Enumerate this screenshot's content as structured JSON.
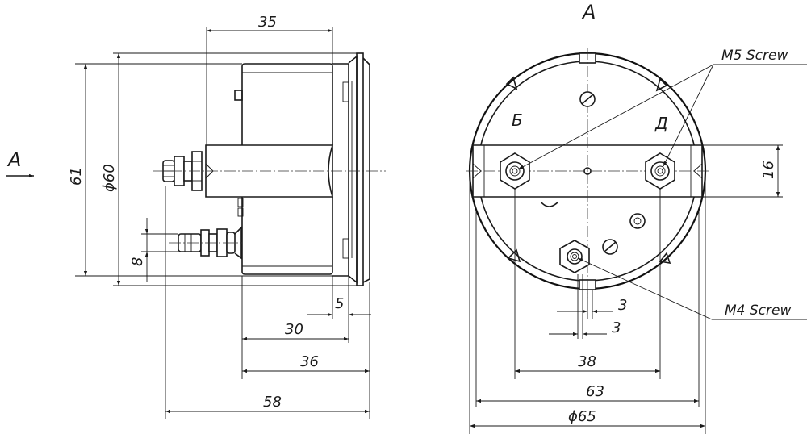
{
  "view_label": "A",
  "view_arrow_label": "A",
  "side_view": {
    "dims": {
      "top_depth": "35",
      "height": "61",
      "diameter": "ϕ60",
      "terminal_spacing": "8",
      "rear_offset": "5",
      "d30": "30",
      "d36": "36",
      "overall": "58"
    }
  },
  "front_view": {
    "terminals": {
      "left": "Б",
      "right": "Д"
    },
    "callouts": {
      "m5": "M5 Screw",
      "m4": "M4 Screw"
    },
    "dims": {
      "strap_height": "16",
      "slot_width_a": "3",
      "slot_width_b": "3",
      "hole_spacing": "38",
      "body_width": "63",
      "diameter": "ϕ65"
    }
  }
}
